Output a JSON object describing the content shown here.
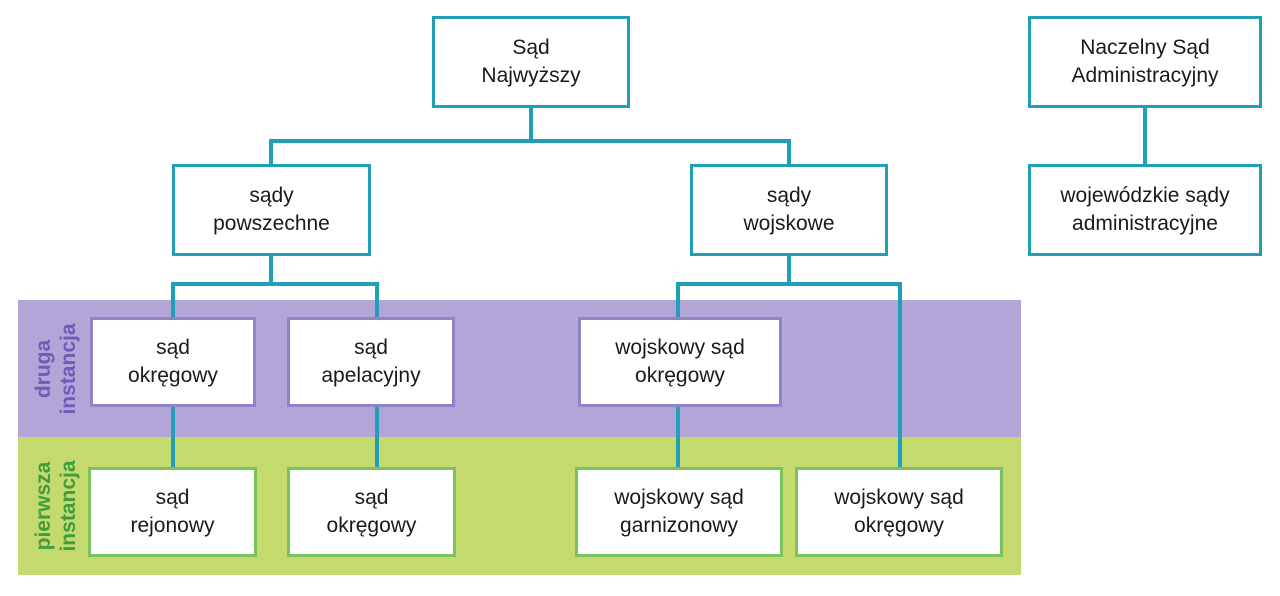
{
  "colors": {
    "teal": "#1f9fb8",
    "purple_band": "#b1a6d7",
    "purple_border": "#9283c6",
    "purple_text": "#6e5cb8",
    "green_band": "#c5da6e",
    "green_border": "#79c35c",
    "green_text": "#419c3c",
    "text": "#1a1a1a"
  },
  "bands": {
    "second": {
      "line1": "druga",
      "line2": "instancja"
    },
    "first": {
      "line1": "pierwsza",
      "line2": "instancja"
    }
  },
  "nodes": {
    "sad_najwyzszy": {
      "line1": "Sąd",
      "line2": "Najwyższy"
    },
    "naczelny_sad_administracyjny": {
      "line1": "Naczelny Sąd",
      "line2": "Administracyjny"
    },
    "sady_powszechne": {
      "line1": "sądy",
      "line2": "powszechne"
    },
    "sady_wojskowe": {
      "line1": "sądy",
      "line2": "wojskowe"
    },
    "wojewodzkie_sady_administracyjne": {
      "line1": "wojewódzkie sądy",
      "line2": "administracyjne"
    },
    "sad_okregowy_druga": {
      "line1": "sąd",
      "line2": "okręgowy"
    },
    "sad_apelacyjny": {
      "line1": "sąd",
      "line2": "apelacyjny"
    },
    "wojskowy_sad_okregowy_druga": {
      "line1": "wojskowy sąd",
      "line2": "okręgowy"
    },
    "sad_rejonowy": {
      "line1": "sąd",
      "line2": "rejonowy"
    },
    "sad_okregowy_pierwsza": {
      "line1": "sąd",
      "line2": "okręgowy"
    },
    "wojskowy_sad_garnizonowy": {
      "line1": "wojskowy sąd",
      "line2": "garnizonowy"
    },
    "wojskowy_sad_okregowy_pierwsza": {
      "line1": "wojskowy sąd",
      "line2": "okręgowy"
    }
  }
}
